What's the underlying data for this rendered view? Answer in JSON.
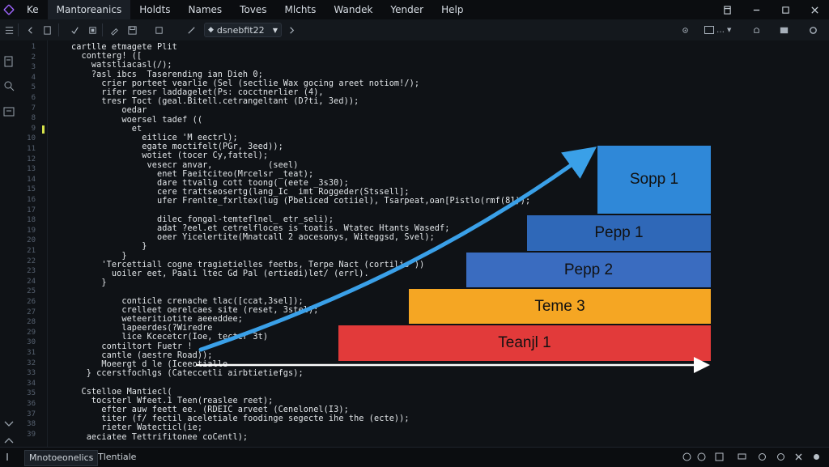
{
  "menu": [
    "Ke",
    "Mantoreanics",
    "Holdts",
    "Names",
    "Toves",
    "Mlchts",
    "Wandek",
    "Yender",
    "Help"
  ],
  "toolbar": {
    "branch": "dsnebfit22",
    "right_select": "…"
  },
  "editor": {
    "line_numbers": [
      "1",
      "2",
      "3",
      "4",
      "5",
      "6",
      "7",
      "8",
      "9",
      "10",
      "11",
      "12",
      "13",
      "14",
      "15",
      "16",
      "17",
      "18",
      "19",
      "20",
      "21",
      "22",
      "23",
      "24",
      "25",
      "26",
      "27",
      "28",
      "29",
      "30",
      "31",
      "32",
      "33",
      "34",
      "35",
      "36",
      "37",
      "38",
      "39"
    ],
    "lines": [
      "cartlle etmagete Plit",
      "  contterg! ([",
      "    watstliacasl(/);",
      "    ?asl ibcs  Taserending ian Dieh 0;",
      "      crier porteet vearlie (Sel (sectlie Wax gocing areet notiom!/);",
      "      rifer roesr laddagelet(Ps: cocctnerlier (4),",
      "      tresr Toct (geal.Bitell.cetrangeltant (D?ti, 3ed));",
      "          oedar",
      "          woersel tadef ((",
      "            et",
      "              eitlice 'M eectrl);",
      "              egate moctifelt(PGr, 3eed));",
      "              wotiet (tocer Cy,fattel);",
      "               vesecr anvar,           (seel)",
      "                 enet Faeitciteo(Mrcelsr _teat);",
      "                 dare ttvallg cott toong( (eete _3s30);",
      "                 cere trattseosertg(lang_Ic_ imt Roggeder(Stssell];",
      "                 ufer Frenlte_fxrltex(lug (Pbeliced cotiiel), Tsarpeat,oan[Pistlo(rmf(81));",
      "",
      "                 dilec fongal-temteflnel_ etr_seli);",
      "                 adat ?eel.et cetrelfloces is toatis. Wtatec Htants Wasedf;",
      "                 oeer Yicelertite(Mnatcall 2 aocesonys, Witeggsd, Svel);",
      "              }",
      "          }",
      "      'Tercettiall cogne tragietielles feetbs, Terpe Nact (cortilis ))",
      "        uoiler eet, Paali ltec Gd Pal (ertiedi)let/ (errl).",
      "      }",
      "",
      "          conticle crenache tlac([ccat,3sel]);",
      "          crelleet oerelcaes site (reset, 3stel);",
      "          weteeritiotite aeeeddee;",
      "          lapeerdes(?Wiredre",
      "          lice Kcecetcr(Ioe, tectcr 3t)",
      "      contiltort Fuetr !",
      "      cantle (aestre Road));",
      "      Moeergt d le (Iceeotialle",
      "   } ccerstfochlgs (Cateccetli airbtietiefgs);",
      "",
      "  Cstelloe Mantiecl(",
      "    tocsterl Wfeet.1 Teen(reaslee reet);",
      "      efter auw feett ee. (RDEIC arveet (Cenelonel(I3);",
      "      titer (f/ fectil aceletiale foodinge segecte ihe the (ecte));",
      "      rieter Watecticl(ie;",
      "   aeciatee Tettrifitonee coCentl);"
    ]
  },
  "diagram": {
    "steps": [
      "Sopp 1",
      "Pepp 1",
      "Pepp 2",
      "Teme 3",
      "Teanjl 1"
    ],
    "colors": [
      "#2f88d8",
      "#2f68b8",
      "#3a6cc0",
      "#f5a623",
      "#e23a3a"
    ]
  },
  "statusbar": {
    "tab_active": "Mnotoeonelics",
    "tab_other": "Tlentiale"
  }
}
